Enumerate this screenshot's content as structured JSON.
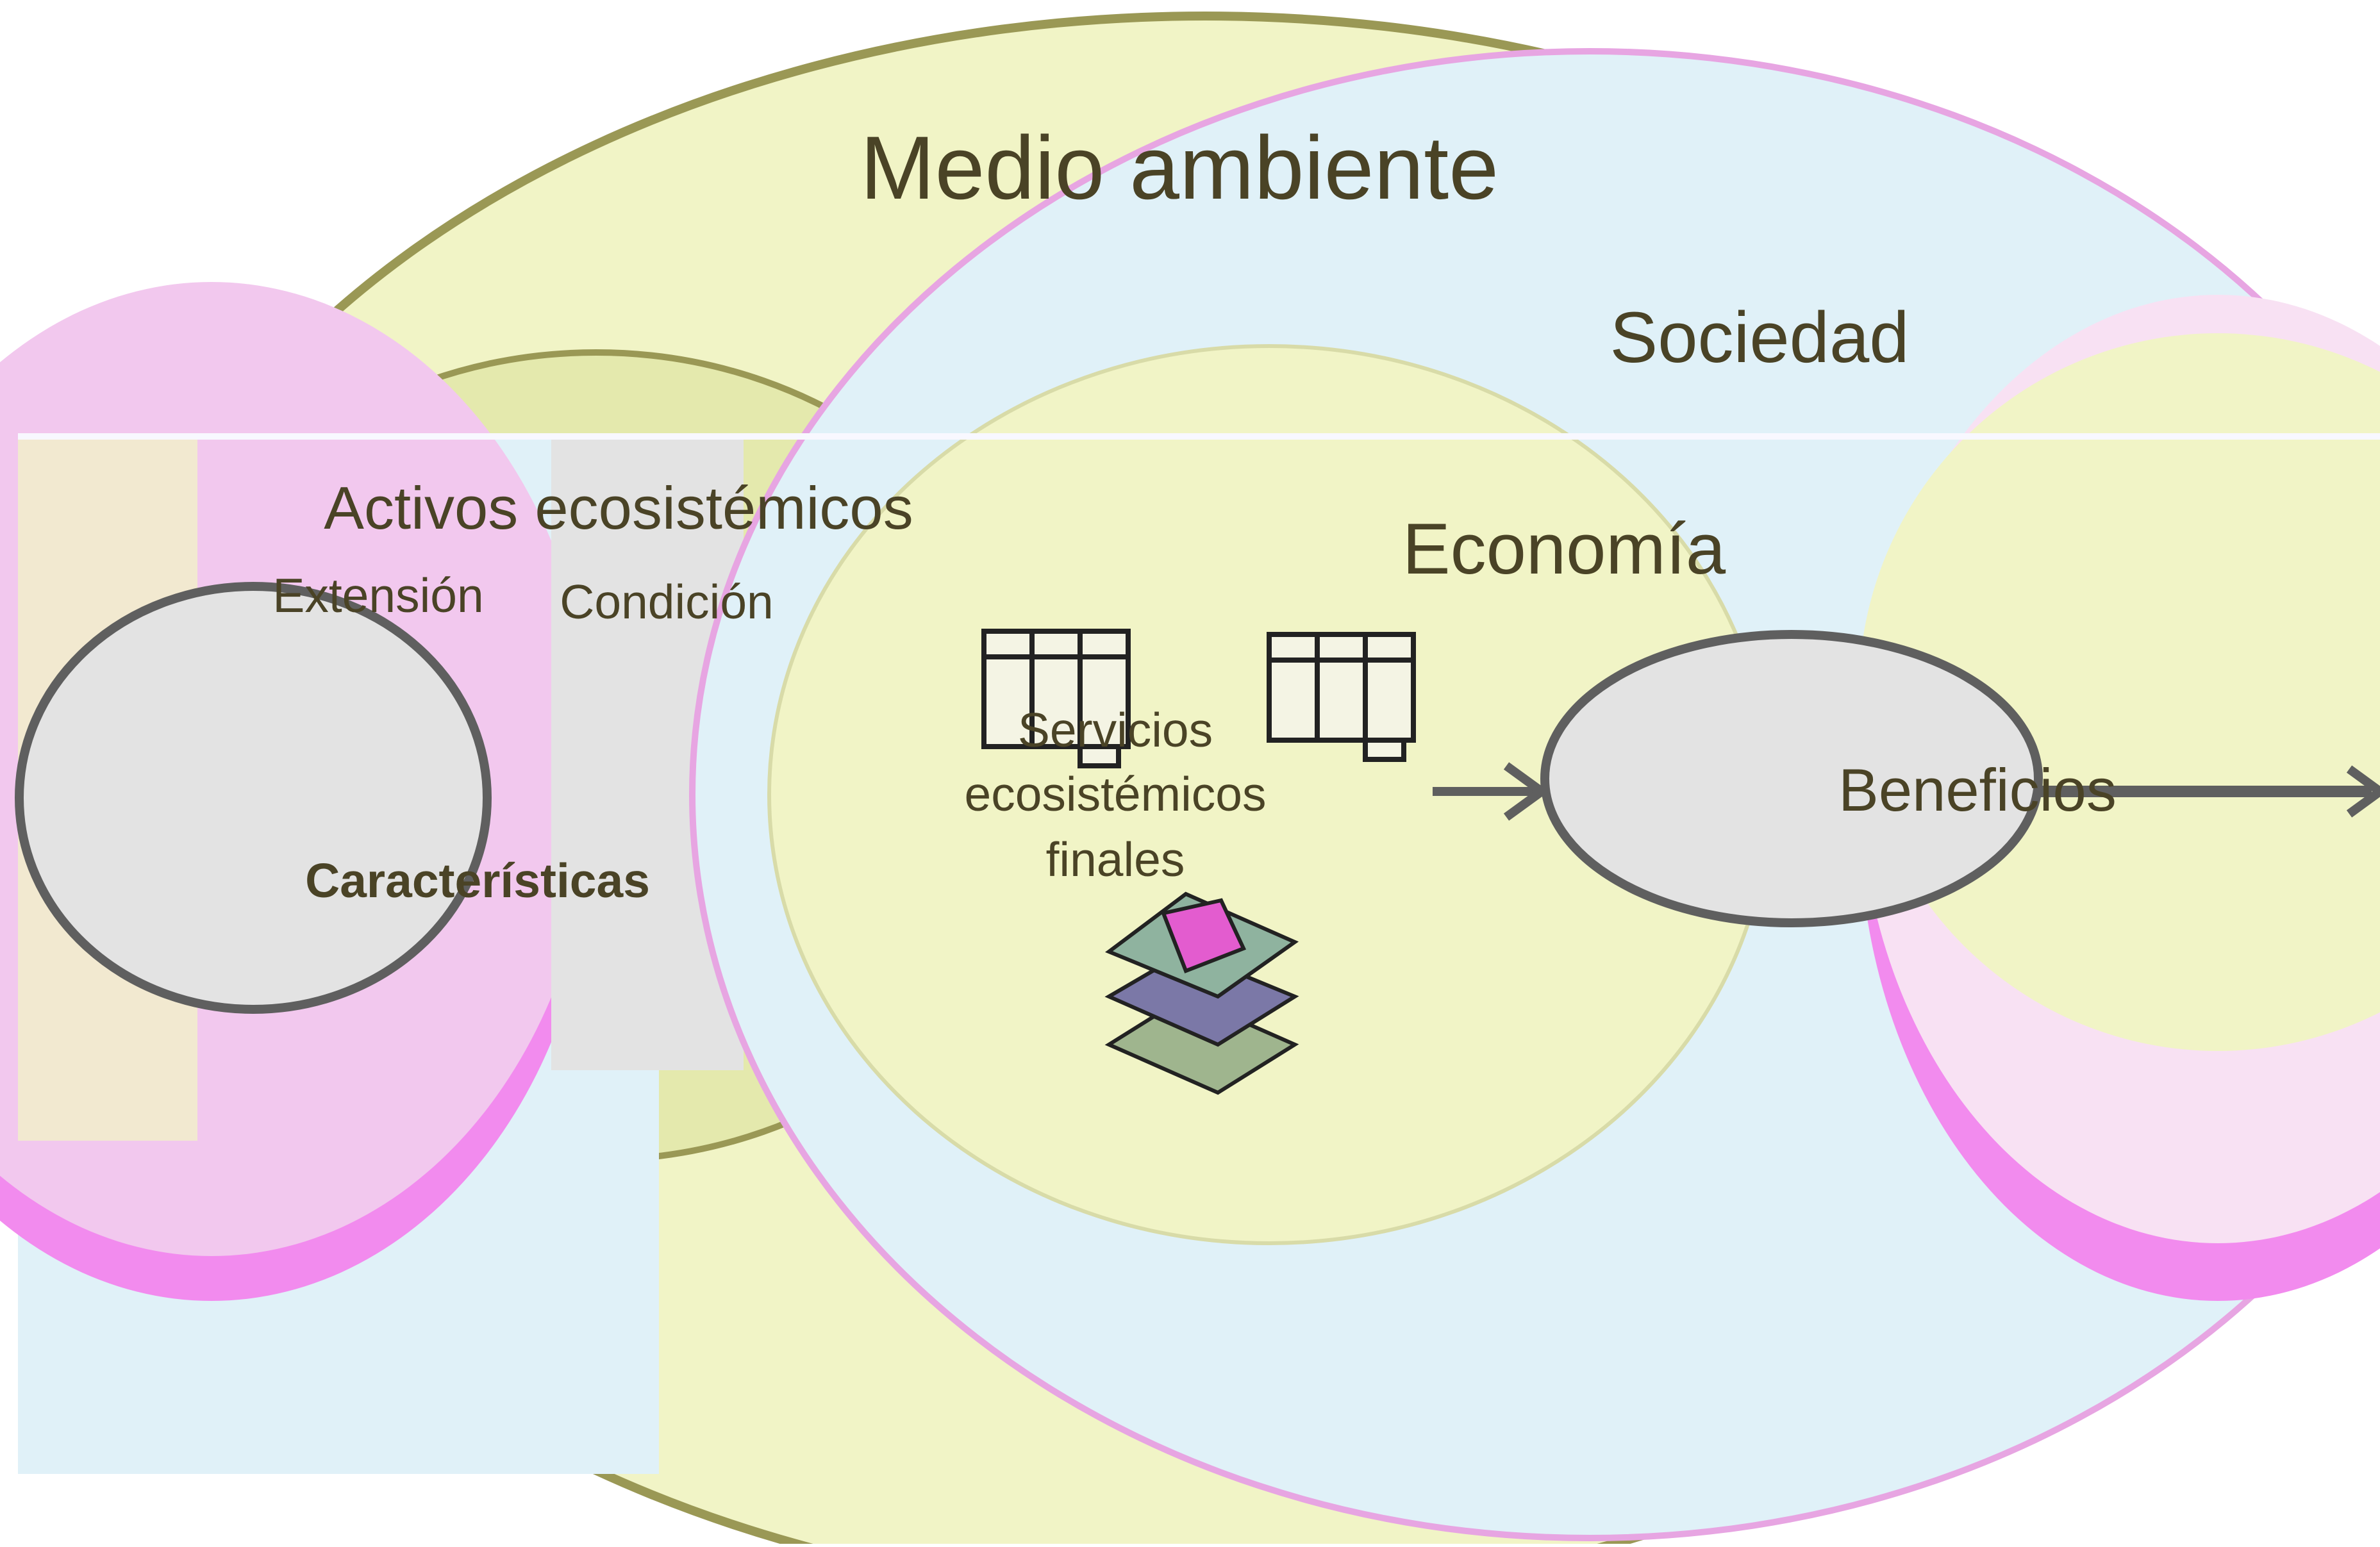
{
  "diagram": {
    "labels": {
      "environment": "Medio ambiente",
      "society": "Sociedad",
      "ecosystem_assets": "Activos ecosistémicos",
      "extent": "Extensión",
      "condition": "Condición",
      "economy": "Economía",
      "characteristics": "Características",
      "final_services_line1": "Servicios",
      "final_services_line2": "ecosistémicos",
      "final_services_line3": "finales",
      "benefits": "Beneficios"
    },
    "colors": {
      "environment_fill": "#f1f4c6",
      "environment_stroke": "#9a9855",
      "society_fill": "#93cad8",
      "society_stroke": "#5f8e9c",
      "light_blue": "#e0f1f8",
      "pink_light": "#f2c8ee",
      "pink_strong": "#f28bee",
      "grey_fill": "#e3e3e3",
      "grey_stroke": "#5f5f5f",
      "text": "#4a4326"
    },
    "icons": [
      "table-icon",
      "table-icon",
      "map-layers-icon"
    ]
  }
}
